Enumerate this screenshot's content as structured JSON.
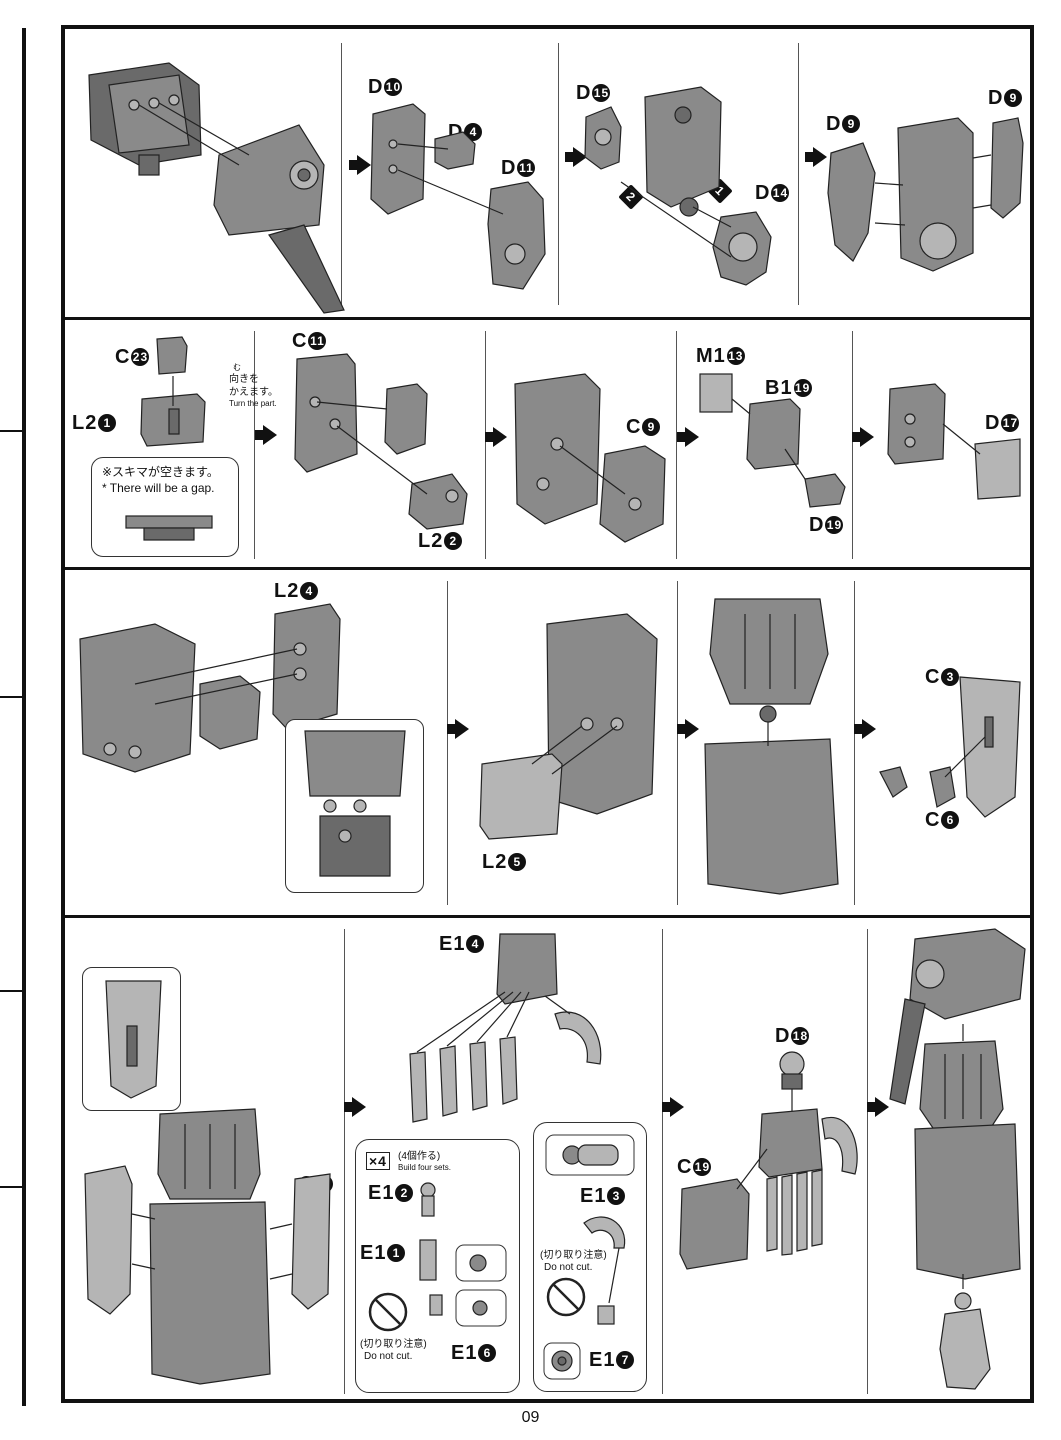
{
  "page": {
    "number": "09"
  },
  "row1": {
    "labels": {
      "d10": "D",
      "d10_num": "10",
      "d4": "D",
      "d4_num": "4",
      "d11": "D",
      "d11_num": "11",
      "d15": "D",
      "d15_num": "15",
      "d14": "D",
      "d14_num": "14",
      "step1": "1",
      "step2": "2",
      "d9a": "D",
      "d9a_num": "9",
      "d9b": "D",
      "d9b_num": "9"
    }
  },
  "row2": {
    "labels": {
      "c23": "C",
      "c23_num": "23",
      "l2_1": "L2",
      "l2_1_num": "1",
      "c11": "C",
      "c11_num": "11",
      "l2_2": "L2",
      "l2_2_num": "2",
      "c9": "C",
      "c9_num": "9",
      "m1_13": "M1",
      "m1_13_num": "13",
      "b1_19": "B1",
      "b1_19_num": "19",
      "d19": "D",
      "d19_num": "19",
      "d17": "D",
      "d17_num": "17"
    },
    "turn_jp_ruby": "む",
    "turn_jp_1": "向きを",
    "turn_jp_2": "かえます。",
    "turn_en": "Turn the part.",
    "gap_jp": "※スキマが空きます。",
    "gap_en": "* There will be a gap."
  },
  "row3": {
    "labels": {
      "l2_4": "L2",
      "l2_4_num": "4",
      "l2_5": "L2",
      "l2_5_num": "5",
      "c3": "C",
      "c3_num": "3",
      "c6": "C",
      "c6_num": "6"
    }
  },
  "row4": {
    "labels": {
      "c1": "C",
      "c1_num": "1",
      "e1_4": "E1",
      "e1_4_num": "4",
      "e1_2": "E1",
      "e1_2_num": "2",
      "e1_1": "E1",
      "e1_1_num": "1",
      "e1_6": "E1",
      "e1_6_num": "6",
      "e1_3": "E1",
      "e1_3_num": "3",
      "e1_7": "E1",
      "e1_7_num": "7",
      "d18": "D",
      "d18_num": "18",
      "c19": "C",
      "c19_num": "19"
    },
    "build_count": "×4",
    "build_jp": "(4個作る)",
    "build_en": "Build four sets.",
    "donotcut_jp": "(切り取り注意)",
    "donotcut_en": "Do not cut."
  }
}
